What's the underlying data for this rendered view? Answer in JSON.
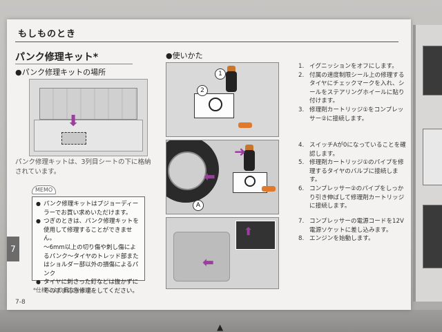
{
  "header": {
    "title": "もしものとき"
  },
  "section": {
    "title": "パンク修理キット*",
    "location_heading": "●パンク修理キットの場所",
    "howto_heading": "●使いかた",
    "caption": "パンク修理キットは、3列目シートの下に格納されています。"
  },
  "memo": {
    "tag": "MEMO",
    "lines": [
      "パンク修理キットはプジョーディーラーでお買い求めいただけます。",
      "つぎのときは、パンク修理キットを使用して修理することができません。",
      "～6mm以上の切り傷や刺し傷によるパンク～タイヤのトレッド部またはショルダー部以外の損傷によるパンク",
      "タイヤに刺さった釘などは抜かずにそのまま応急修理をしてください。"
    ]
  },
  "chapter_tab": "7",
  "footnote": "*仕様により異なります。",
  "page_number": "7-8",
  "figures": {
    "fig1_labels": [
      "1",
      "2"
    ],
    "fig2_label": "A"
  },
  "steps": [
    {
      "n": "1.",
      "text": "イグニッションをオフにします。"
    },
    {
      "n": "2.",
      "text": "付属の速度制限シール上の修理するタイヤにチェックマークを入れ、シールをステアリングホイールに貼り付けます。"
    },
    {
      "n": "3.",
      "text": "修理剤カートリッジ①をコンプレッサー②に接続します。"
    },
    {
      "n": "4.",
      "text": "スイッチAが0になっていることを確認します。"
    },
    {
      "n": "5.",
      "text": "修理剤カートリッジ①のパイプを修理するタイヤのバルブに接続します。"
    },
    {
      "n": "6.",
      "text": "コンプレッサー②のパイプをしっかり引き伸ばして修理剤カートリッジに接続します。"
    },
    {
      "n": "7.",
      "text": "コンプレッサーの電源コードを12V電源ソケットに差し込みます。"
    },
    {
      "n": "8.",
      "text": "エンジンを始動します。"
    }
  ]
}
